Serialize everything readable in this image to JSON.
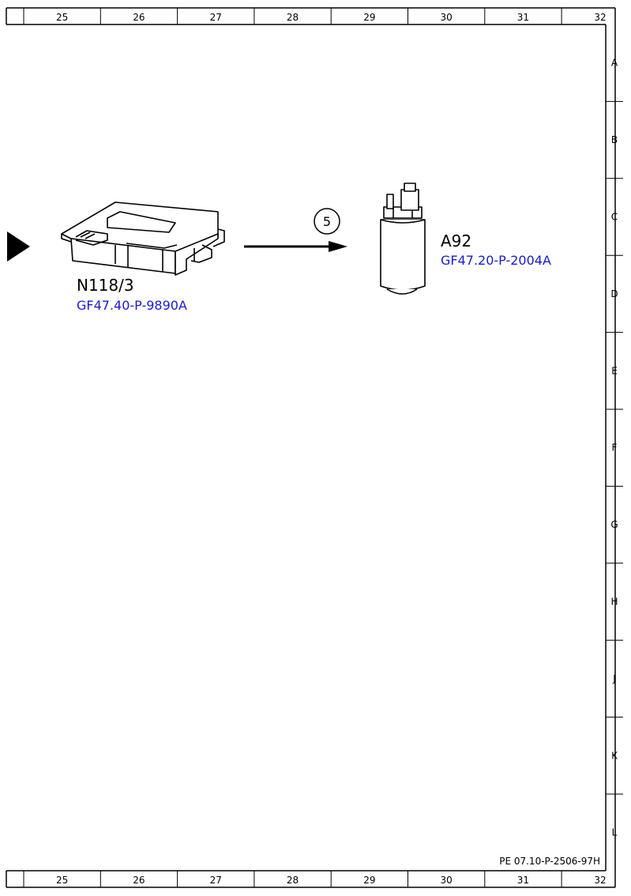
{
  "frame": {
    "columns": [
      "25",
      "26",
      "27",
      "28",
      "29",
      "30",
      "31",
      "32"
    ],
    "rows": [
      "A",
      "B",
      "C",
      "D",
      "E",
      "F",
      "G",
      "H",
      "J",
      "K",
      "L"
    ]
  },
  "components": [
    {
      "code": "N118/3",
      "ref": "GF47.40-P-9890A",
      "icon": "control-unit-icon"
    },
    {
      "code": "A92",
      "ref": "GF47.20-P-2004A",
      "icon": "fuel-pump-icon"
    }
  ],
  "connection": {
    "number": "5"
  },
  "document_number": "PE 07.10-P-2506-97H"
}
